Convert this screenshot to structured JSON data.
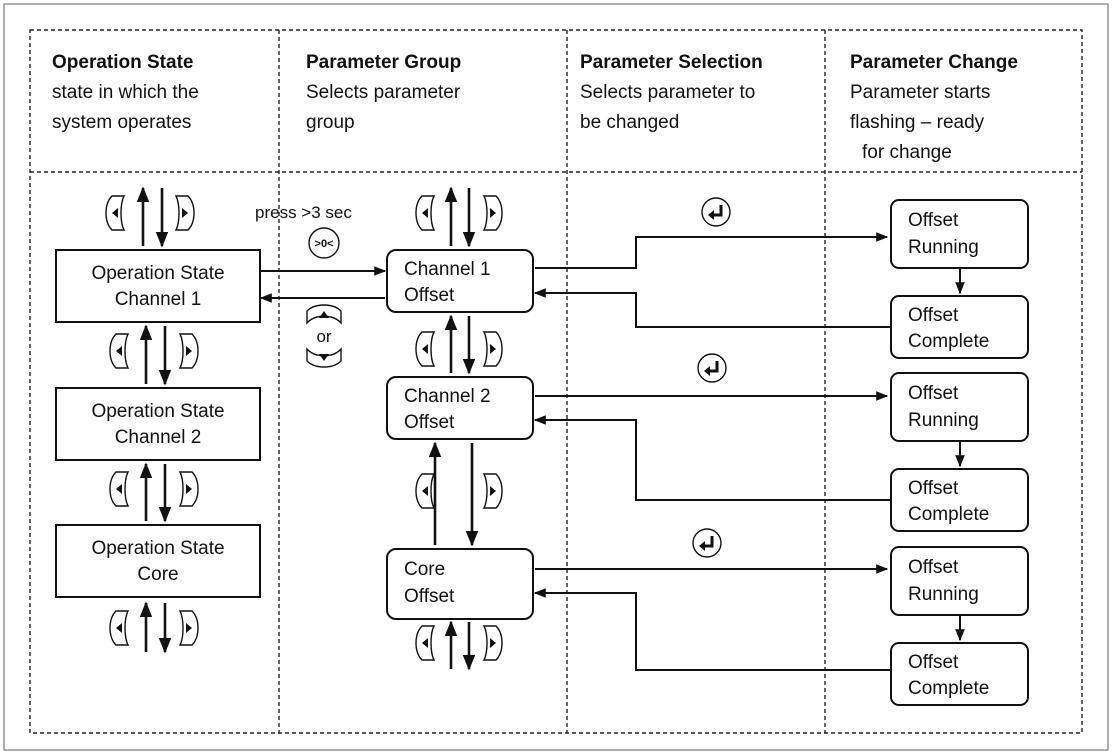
{
  "headers": [
    {
      "title": "Operation State",
      "desc": [
        "state in which the",
        "system operates"
      ]
    },
    {
      "title": "Parameter Group",
      "desc": [
        "Selects parameter",
        "group"
      ]
    },
    {
      "title": "Parameter Selection",
      "desc": [
        "Selects parameter to",
        "be changed"
      ]
    },
    {
      "title": "Parameter Change",
      "desc": [
        "Parameter starts",
        "flashing – ready",
        "for change"
      ]
    }
  ],
  "operation_states": [
    [
      "Operation State",
      "Channel 1"
    ],
    [
      "Operation State",
      "Channel 2"
    ],
    [
      "Operation State",
      "Core"
    ]
  ],
  "parameter_groups": [
    [
      "Channel 1",
      "Offset"
    ],
    [
      "Channel 2",
      "Offset"
    ],
    [
      "Core",
      "Offset"
    ]
  ],
  "parameter_changes": [
    {
      "running": [
        "Offset",
        "Running"
      ],
      "complete": [
        "Offset",
        "Complete"
      ]
    },
    {
      "running": [
        "Offset",
        "Running"
      ],
      "complete": [
        "Offset",
        "Complete"
      ]
    },
    {
      "running": [
        "Offset",
        "Running"
      ],
      "complete": [
        "Offset",
        "Complete"
      ]
    }
  ],
  "labels": {
    "press_hold": "press >3 sec",
    "zero_key": ">0<",
    "or": "or"
  },
  "icons": {
    "left_key": "left-arrow-key-icon",
    "right_key": "right-arrow-key-icon",
    "up_key": "up-arrow-key-icon",
    "down_key": "down-arrow-key-icon",
    "enter_key": "enter-key-icon",
    "zero_key": "zero-key-icon"
  }
}
